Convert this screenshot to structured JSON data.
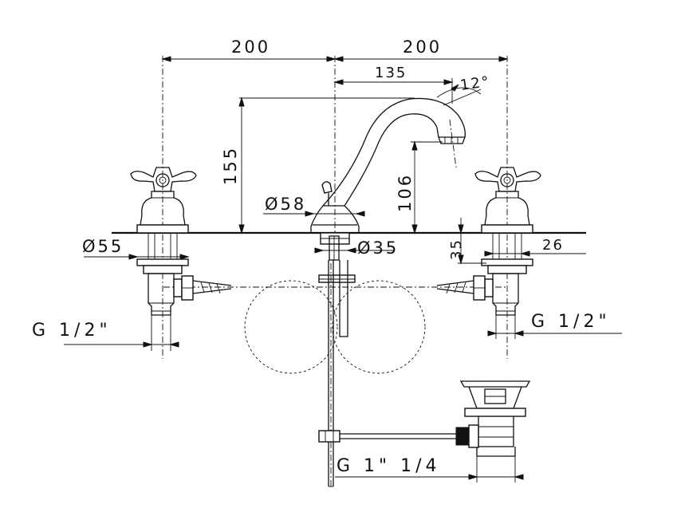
{
  "dimensions": {
    "left_span": "200",
    "right_span": "200",
    "spout_reach": "135",
    "spout_angle": "12°",
    "total_height": "155",
    "spout_height": "106",
    "base_diameter": "Ø58",
    "handle_base_diameter": "Ø55",
    "tailpiece_diameter": "Ø35",
    "deck_thickness": "35",
    "nut_width": "26"
  },
  "threads": {
    "left_inlet": "G 1/2\"",
    "right_inlet": "G 1/2\"",
    "waste_outlet": "G 1\" 1/4"
  },
  "colors": {
    "line": "#111111",
    "background": "#ffffff"
  }
}
